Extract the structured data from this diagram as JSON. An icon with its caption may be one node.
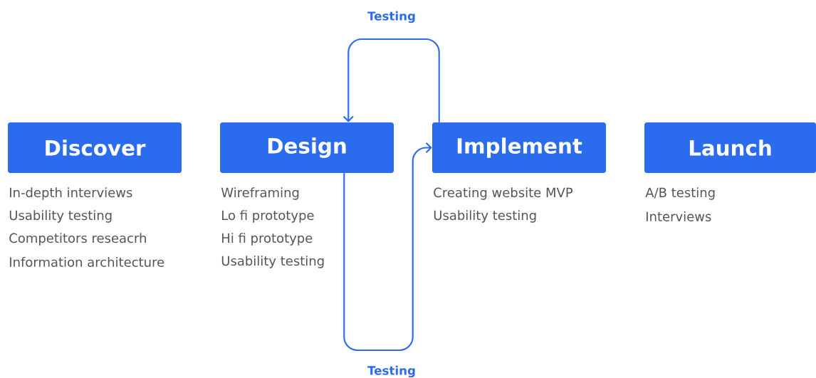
{
  "diagram": {
    "nodes": [
      {
        "text": [
          "Discover"
        ],
        "beside": [
          "In-depth interviews",
          "Usability testing",
          "Competitors reseacrh",
          "Information architecture"
        ]
      },
      {
        "text": [
          "Design"
        ],
        "beside": [
          "Wireframing",
          "Lo fi prototype",
          "Hi fi prototype",
          "Usability testing"
        ]
      },
      {
        "text": [
          "Implement"
        ],
        "beside": [
          "Creating website MVP",
          "Usability testing"
        ]
      },
      {
        "text": [
          "Launch"
        ],
        "beside": [
          "A/B testing",
          "Interviews"
        ]
      }
    ],
    "edges": [
      {
        "from": 2,
        "to": 1,
        "arrow": "to",
        "label": "Testing"
      },
      {
        "from": 1,
        "to": 2,
        "arrow": "to",
        "label": "Testing"
      }
    ]
  }
}
